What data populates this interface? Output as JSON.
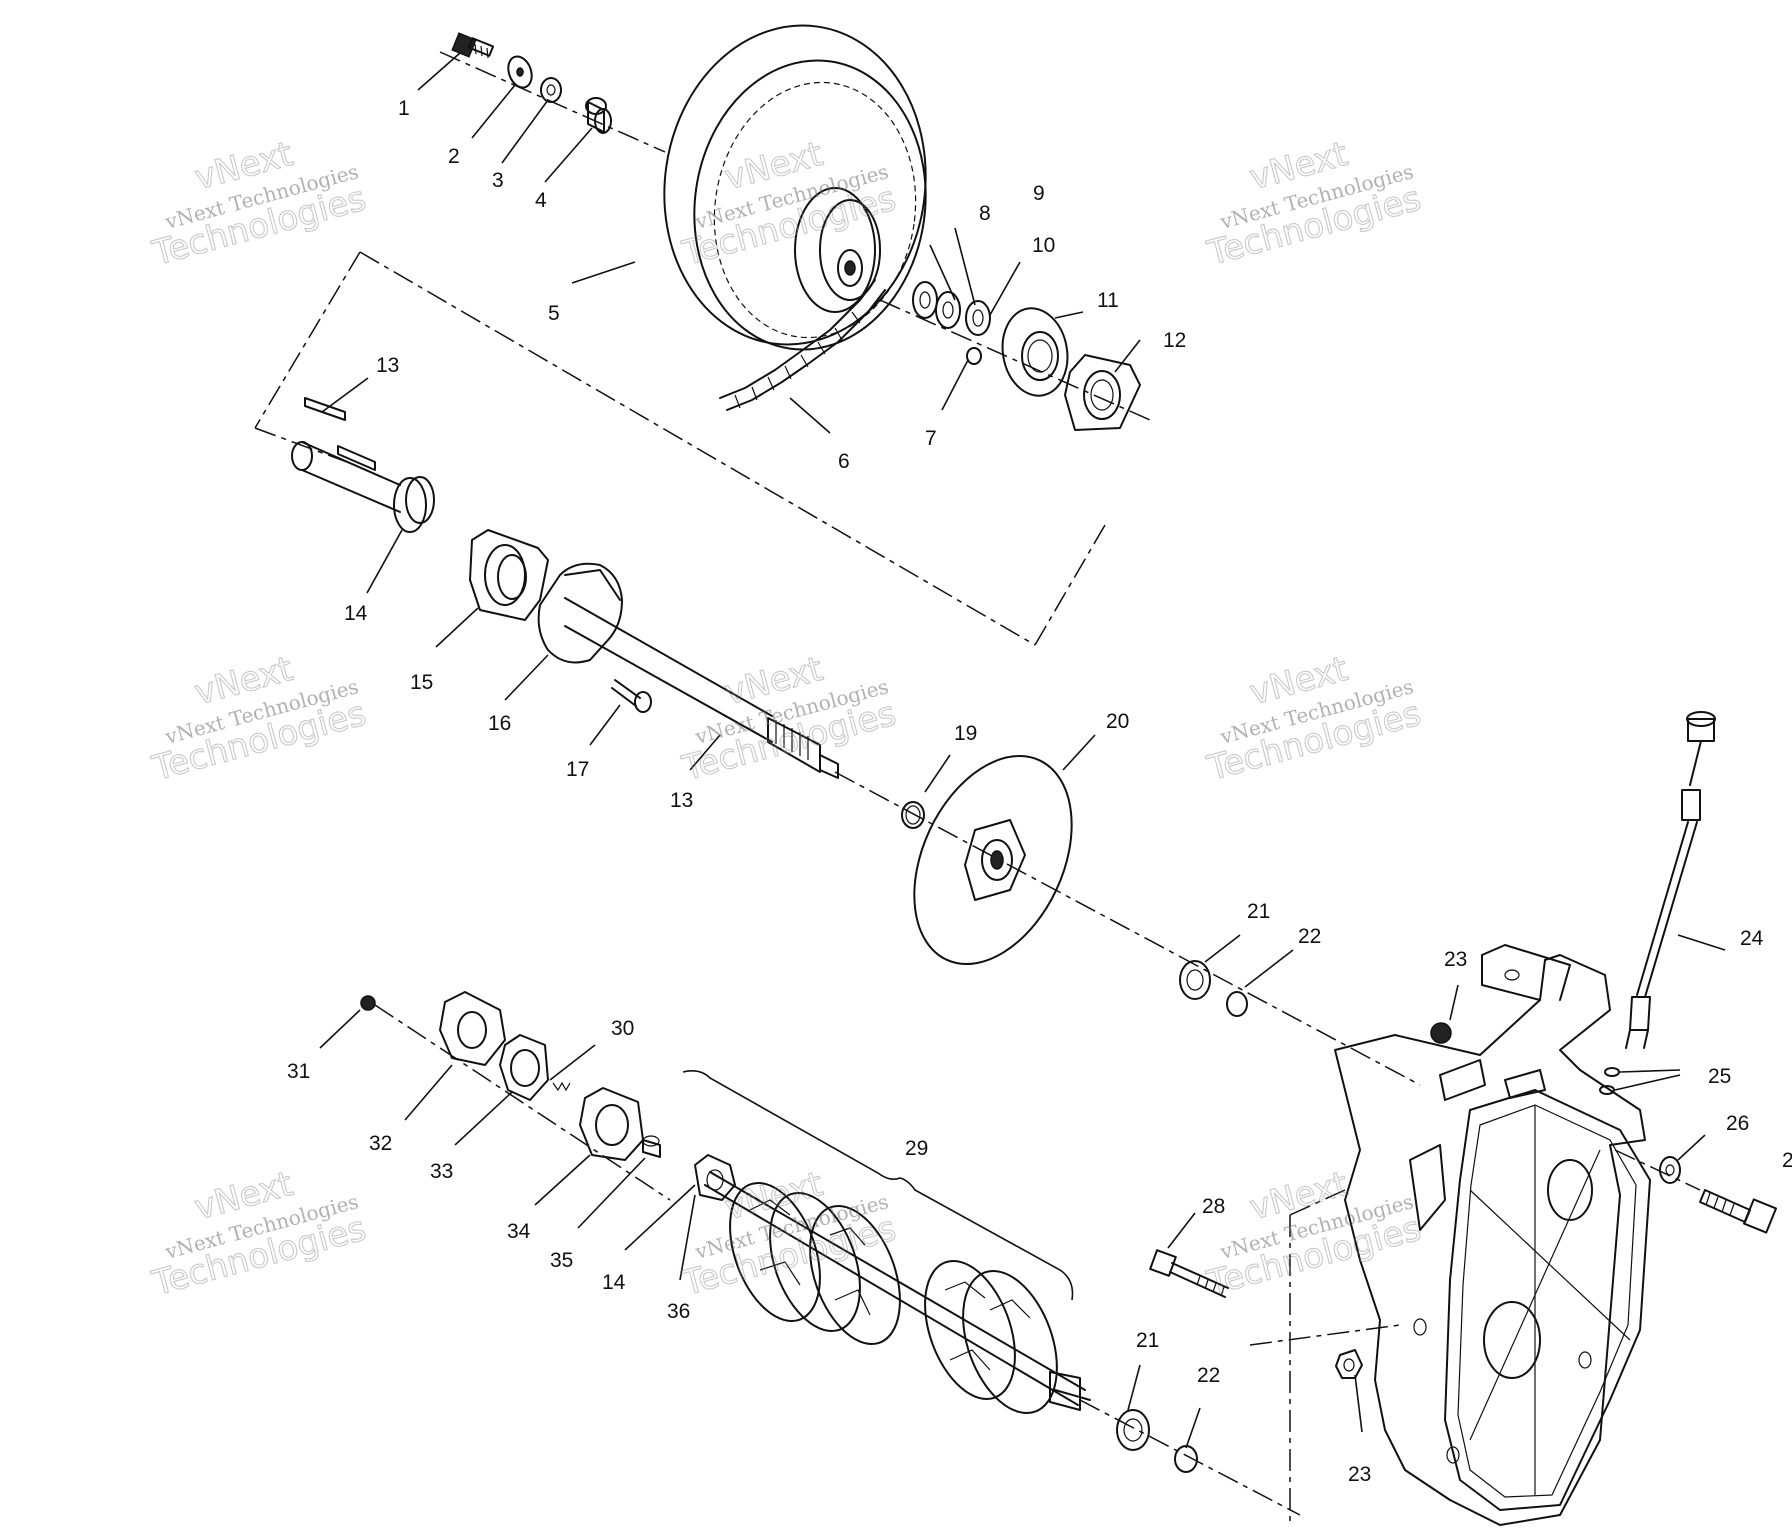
{
  "callouts": [
    {
      "id": "c1",
      "text": "1"
    },
    {
      "id": "c2",
      "text": "2"
    },
    {
      "id": "c3",
      "text": "3"
    },
    {
      "id": "c4",
      "text": "4"
    },
    {
      "id": "c5",
      "text": "5"
    },
    {
      "id": "c6",
      "text": "6"
    },
    {
      "id": "c7",
      "text": "7"
    },
    {
      "id": "c8",
      "text": "8"
    },
    {
      "id": "c9",
      "text": "9"
    },
    {
      "id": "c10",
      "text": "10"
    },
    {
      "id": "c11",
      "text": "11"
    },
    {
      "id": "c12",
      "text": "12"
    },
    {
      "id": "c13a",
      "text": "13"
    },
    {
      "id": "c13b",
      "text": "13"
    },
    {
      "id": "c14a",
      "text": "14"
    },
    {
      "id": "c14b",
      "text": "14"
    },
    {
      "id": "c15",
      "text": "15"
    },
    {
      "id": "c16",
      "text": "16"
    },
    {
      "id": "c17",
      "text": "17"
    },
    {
      "id": "c19",
      "text": "19"
    },
    {
      "id": "c20",
      "text": "20"
    },
    {
      "id": "c21a",
      "text": "21"
    },
    {
      "id": "c21b",
      "text": "21"
    },
    {
      "id": "c22a",
      "text": "22"
    },
    {
      "id": "c22b",
      "text": "22"
    },
    {
      "id": "c23a",
      "text": "23"
    },
    {
      "id": "c23b",
      "text": "23"
    },
    {
      "id": "c24",
      "text": "24"
    },
    {
      "id": "c25",
      "text": "25"
    },
    {
      "id": "c26",
      "text": "26"
    },
    {
      "id": "c27",
      "text": "2"
    },
    {
      "id": "c28",
      "text": "28"
    },
    {
      "id": "c29",
      "text": "29"
    },
    {
      "id": "c30",
      "text": "30"
    },
    {
      "id": "c31",
      "text": "31"
    },
    {
      "id": "c32",
      "text": "32"
    },
    {
      "id": "c33",
      "text": "33"
    },
    {
      "id": "c34",
      "text": "34"
    },
    {
      "id": "c35",
      "text": "35"
    },
    {
      "id": "c36",
      "text": "36"
    }
  ],
  "watermark": {
    "line1": "vNext Technologies",
    "line2": "vNext",
    "line3": "Technologies"
  }
}
